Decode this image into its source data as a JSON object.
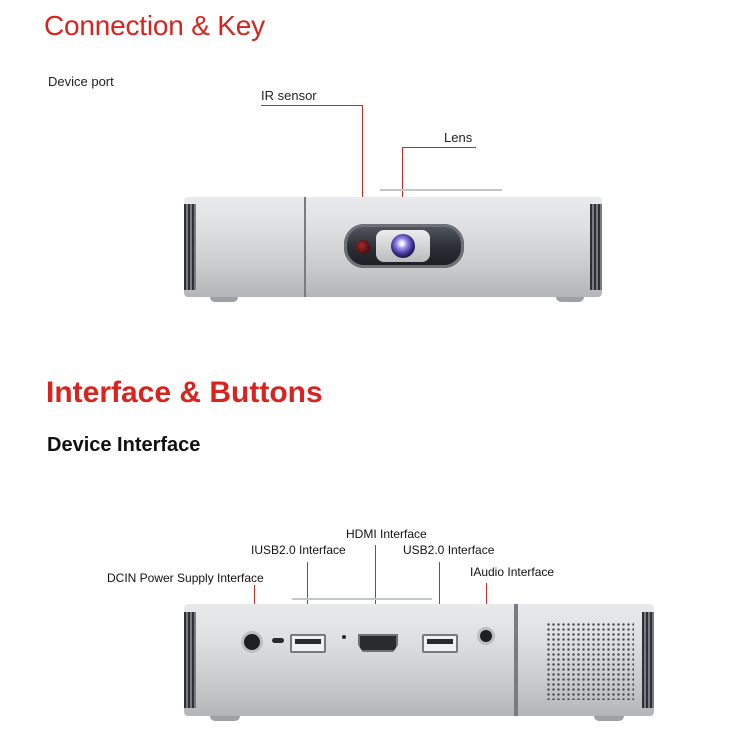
{
  "section1": {
    "title": "Connection & Key",
    "device_port_label": "Device port",
    "ir_sensor_label": "IR sensor",
    "lens_label": "Lens"
  },
  "section2": {
    "title": "Interface & Buttons",
    "subtitle": "Device Interface",
    "labels": {
      "hdmi": "HDMI Interface",
      "usb_left": "IUSB2.0 Interface",
      "usb_right": "USB2.0 Interface",
      "audio": "IAudio Interface",
      "dcin": "DCIN Power Supply Interface"
    }
  },
  "accent_color": "#d8231f",
  "icons": [
    "ir-sensor-icon",
    "lens-icon",
    "dc-in-port-icon",
    "usb-port-icon",
    "hdmi-port-icon",
    "audio-jack-icon",
    "speaker-grill-icon"
  ]
}
